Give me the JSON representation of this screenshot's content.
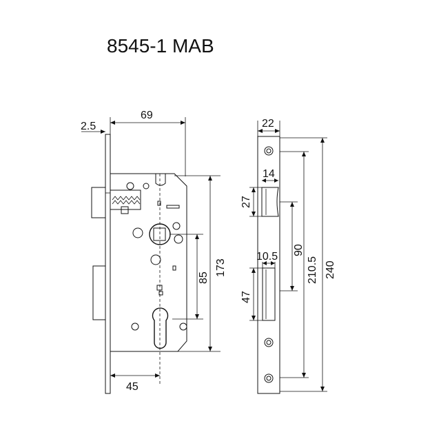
{
  "title": "8545-1 MAB",
  "dimensions": {
    "backset_plate": "2.5",
    "case_width": "69",
    "case_height": "173",
    "center_distance": "85",
    "backset": "45",
    "faceplate_width": "22",
    "latch_width": "14",
    "latch_height": "27",
    "deadbolt_width": "10.5",
    "deadbolt_height": "47",
    "screw_spacing_inner": "90",
    "screw_spacing_outer": "210.5",
    "faceplate_length": "240"
  }
}
